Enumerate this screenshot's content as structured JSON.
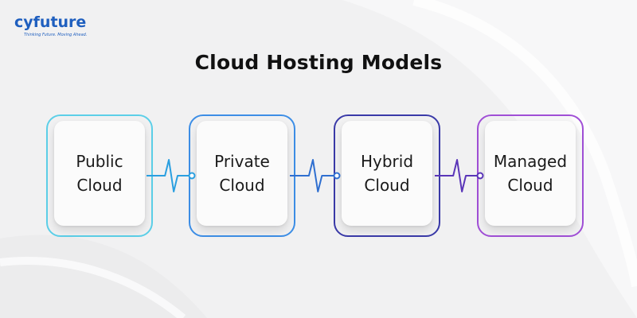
{
  "logo": {
    "wordmark": "cyfuture",
    "tagline": "Thinking Future. Moving Ahead.",
    "color": "#1f5fbf"
  },
  "title": "Cloud Hosting Models",
  "models": [
    {
      "line1": "Public",
      "line2": "Cloud",
      "color": "#5ccfe8"
    },
    {
      "line1": "Private",
      "line2": "Cloud",
      "color": "#3d8ee6"
    },
    {
      "line1": "Hybrid",
      "line2": "Cloud",
      "color": "#3a3aa8"
    },
    {
      "line1": "Managed",
      "line2": "Cloud",
      "color": "#a04fd6"
    }
  ],
  "connectors": [
    {
      "from": "Public",
      "to": "Private",
      "color": "#2a9fe0"
    },
    {
      "from": "Private",
      "to": "Hybrid",
      "color": "#2f6fd0"
    },
    {
      "from": "Hybrid",
      "to": "Managed",
      "color": "#5a35b8"
    }
  ]
}
